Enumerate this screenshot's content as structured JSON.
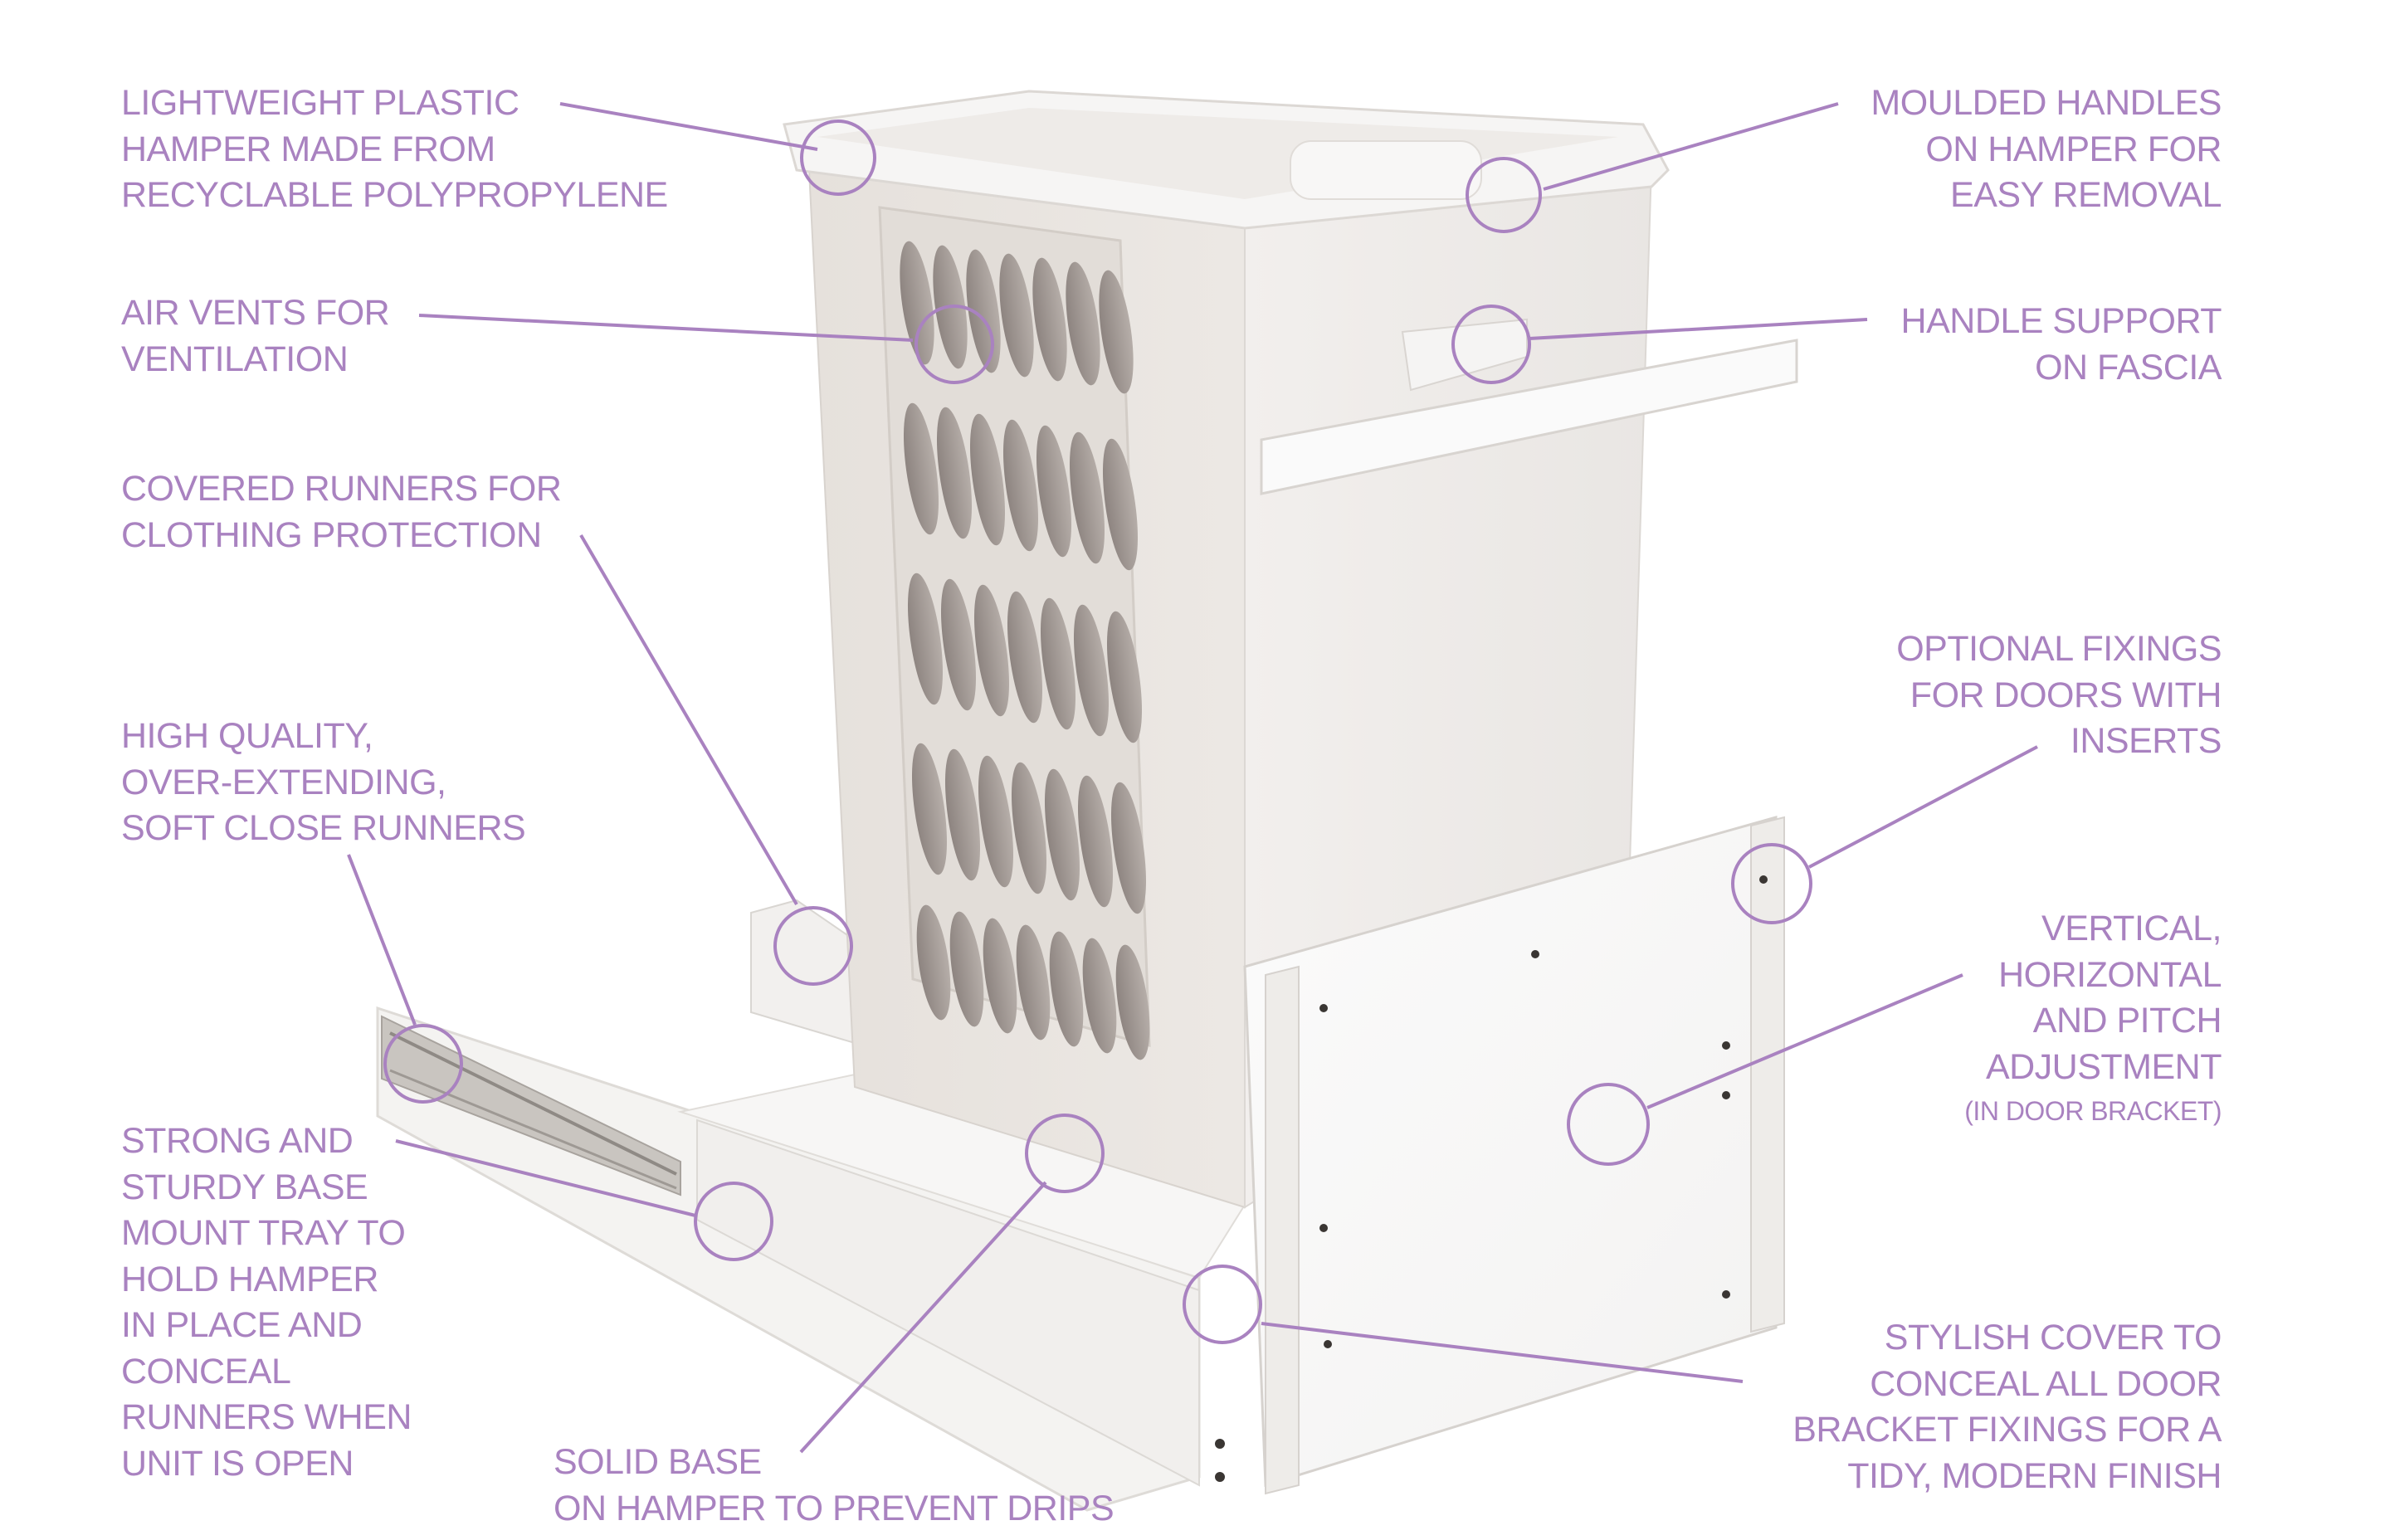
{
  "diagram": {
    "subject": "Pull-out laundry hamper unit",
    "accent_color": "#a982c0",
    "callouts": [
      {
        "id": "hamper-material",
        "side": "left",
        "lines": [
          "LIGHTWEIGHT PLASTIC",
          "HAMPER MADE FROM",
          "RECYCLABLE POLYPROPYLENE"
        ]
      },
      {
        "id": "air-vents",
        "side": "left",
        "lines": [
          "AIR VENTS FOR",
          "VENTILATION"
        ]
      },
      {
        "id": "covered-runners",
        "side": "left",
        "lines": [
          "COVERED RUNNERS FOR",
          "CLOTHING PROTECTION"
        ]
      },
      {
        "id": "soft-close-runners",
        "side": "left",
        "lines": [
          "HIGH QUALITY,",
          "OVER-EXTENDING,",
          "SOFT CLOSE RUNNERS"
        ]
      },
      {
        "id": "base-mount-tray",
        "side": "left",
        "lines": [
          "STRONG AND",
          "STURDY BASE",
          "MOUNT TRAY TO",
          "HOLD HAMPER",
          "IN PLACE AND",
          "CONCEAL",
          "RUNNERS WHEN",
          "UNIT IS OPEN"
        ]
      },
      {
        "id": "solid-base",
        "side": "bottom",
        "lines": [
          "SOLID BASE",
          "ON HAMPER TO PREVENT DRIPS"
        ]
      },
      {
        "id": "moulded-handles",
        "side": "right",
        "lines": [
          "MOULDED HANDLES",
          "ON HAMPER FOR",
          "EASY REMOVAL"
        ]
      },
      {
        "id": "handle-support",
        "side": "right",
        "lines": [
          "HANDLE SUPPORT",
          "ON FASCIA"
        ]
      },
      {
        "id": "optional-fixings",
        "side": "right",
        "lines": [
          "OPTIONAL FIXINGS",
          "FOR DOORS WITH",
          "INSERTS"
        ]
      },
      {
        "id": "adjustment",
        "side": "right",
        "lines": [
          "VERTICAL,",
          "HORIZONTAL",
          "AND PITCH",
          "ADJUSTMENT"
        ],
        "note": "(IN DOOR BRACKET)"
      },
      {
        "id": "stylish-cover",
        "side": "right",
        "lines": [
          "STYLISH COVER TO",
          "CONCEAL ALL DOOR",
          "BRACKET FIXINGS FOR A",
          "TIDY, MODERN FINISH"
        ]
      }
    ]
  }
}
